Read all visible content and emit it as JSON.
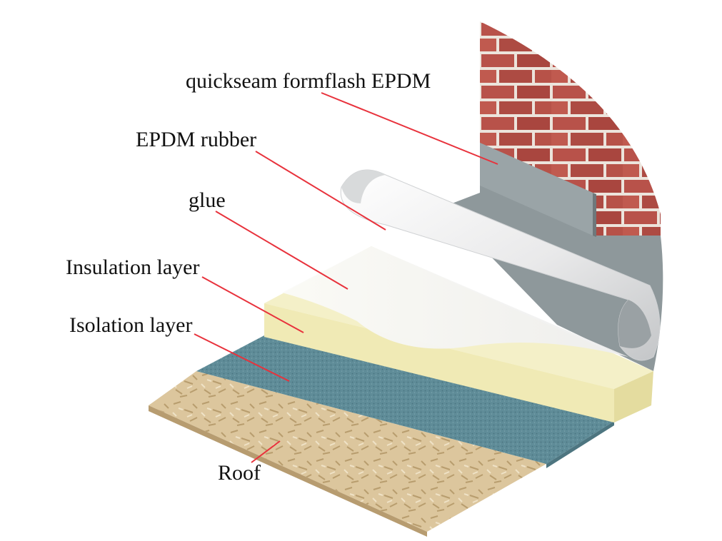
{
  "labels": {
    "flashing": "quickseam formflash EPDM",
    "epdm_rubber": "EPDM rubber",
    "glue": "glue",
    "insulation": "Insulation layer",
    "isolation": "Isolation layer",
    "roof": "Roof"
  },
  "colors": {
    "brick": "#b8524a",
    "mortar": "#ece4dc",
    "flashing": "#8d979a",
    "epdm_sheet": "#f0f0f0",
    "insulation": "#f3efc4",
    "isolation": "#5d8a96",
    "osb": "#d9c39a",
    "leader": "#e8323c"
  }
}
